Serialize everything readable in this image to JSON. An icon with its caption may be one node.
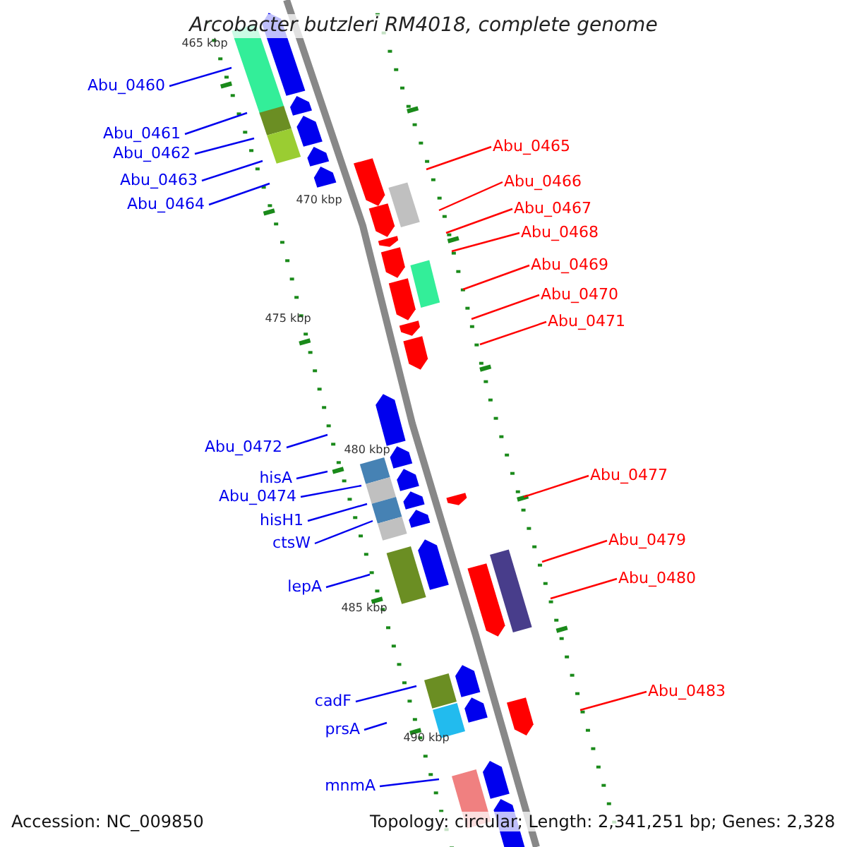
{
  "diagram": {
    "title": "Arcobacter butzleri RM4018, complete genome",
    "nodes": [
      {
        "text": [
          "Abu_0460"
        ]
      },
      {
        "text": [
          "Abu_0461"
        ]
      },
      {
        "text": [
          "Abu_0465"
        ]
      },
      {
        "text": [
          "Abu_0462"
        ]
      },
      {
        "text": [
          "Abu_0463"
        ]
      },
      {
        "text": [
          "Abu_0466"
        ]
      },
      {
        "text": [
          "Abu_0464"
        ]
      },
      {
        "text": [
          "Abu_0467"
        ]
      },
      {
        "text": [
          "Abu_0468"
        ]
      },
      {
        "text": [
          "Abu_0469"
        ]
      },
      {
        "text": [
          "Abu_0470"
        ]
      },
      {
        "text": [
          "Abu_0471"
        ]
      },
      {
        "text": [
          "Abu_0472"
        ]
      },
      {
        "text": [
          "Abu_0477"
        ]
      },
      {
        "text": [
          "hisA"
        ]
      },
      {
        "text": [
          "Abu_0474"
        ]
      },
      {
        "text": [
          "hisH1"
        ]
      },
      {
        "text": [
          "Abu_0479"
        ]
      },
      {
        "text": [
          "ctsW"
        ]
      },
      {
        "text": [
          "Abu_0480"
        ]
      },
      {
        "text": [
          "lepA"
        ]
      },
      {
        "text": [
          "Abu_0483"
        ]
      },
      {
        "text": [
          "cadF"
        ]
      },
      {
        "text": [
          "prsA"
        ]
      },
      {
        "text": [
          "mnmA"
        ]
      }
    ],
    "edges": [
      {
        "from": 0,
        "to": null,
        "arrow": "none"
      },
      {
        "from": 1,
        "to": null,
        "arrow": "none"
      },
      {
        "from": 2,
        "to": null,
        "arrow": "none",
        "color": "#ff0000"
      },
      {
        "from": 3,
        "to": null,
        "arrow": "none"
      },
      {
        "from": 4,
        "to": null,
        "arrow": "none"
      },
      {
        "from": 5,
        "to": null,
        "arrow": "none",
        "color": "#ff0000"
      },
      {
        "from": 6,
        "to": null,
        "arrow": "none"
      },
      {
        "from": 7,
        "to": null,
        "arrow": "none",
        "color": "#ff0000"
      },
      {
        "from": 8,
        "to": null,
        "arrow": "none",
        "color": "#ff0000"
      },
      {
        "from": 9,
        "to": null,
        "arrow": "none",
        "color": "#ff0000"
      },
      {
        "from": 10,
        "to": null,
        "arrow": "none",
        "color": "#ff0000"
      },
      {
        "from": 11,
        "to": null,
        "arrow": "none",
        "color": "#ff0000"
      },
      {
        "from": 12,
        "to": null,
        "arrow": "none"
      },
      {
        "from": 13,
        "to": null,
        "arrow": "none",
        "color": "#ff0000"
      },
      {
        "from": 14,
        "to": null,
        "arrow": "none"
      },
      {
        "from": 15,
        "to": null,
        "arrow": "none"
      },
      {
        "from": 16,
        "to": null,
        "arrow": "none"
      },
      {
        "from": 17,
        "to": null,
        "arrow": "none",
        "color": "#ff0000"
      },
      {
        "from": 18,
        "to": null,
        "arrow": "none"
      },
      {
        "from": 19,
        "to": null,
        "arrow": "none",
        "color": "#ff0000"
      },
      {
        "from": 20,
        "to": null,
        "arrow": "none"
      },
      {
        "from": 21,
        "to": null,
        "arrow": "none",
        "color": "#ff0000"
      },
      {
        "from": 22,
        "to": null,
        "arrow": "none"
      },
      {
        "from": 23,
        "to": null,
        "arrow": "none"
      },
      {
        "from": 24,
        "to": null,
        "arrow": "none"
      }
    ],
    "labels": [
      "465 kbp",
      "470 kbp",
      "475 kbp",
      "480 kbp",
      "485 kbp",
      "490 kbp",
      "Accession: NC_009850",
      "Topology: circular; Length: 2,341,251 bp; Genes: 2,328"
    ]
  }
}
